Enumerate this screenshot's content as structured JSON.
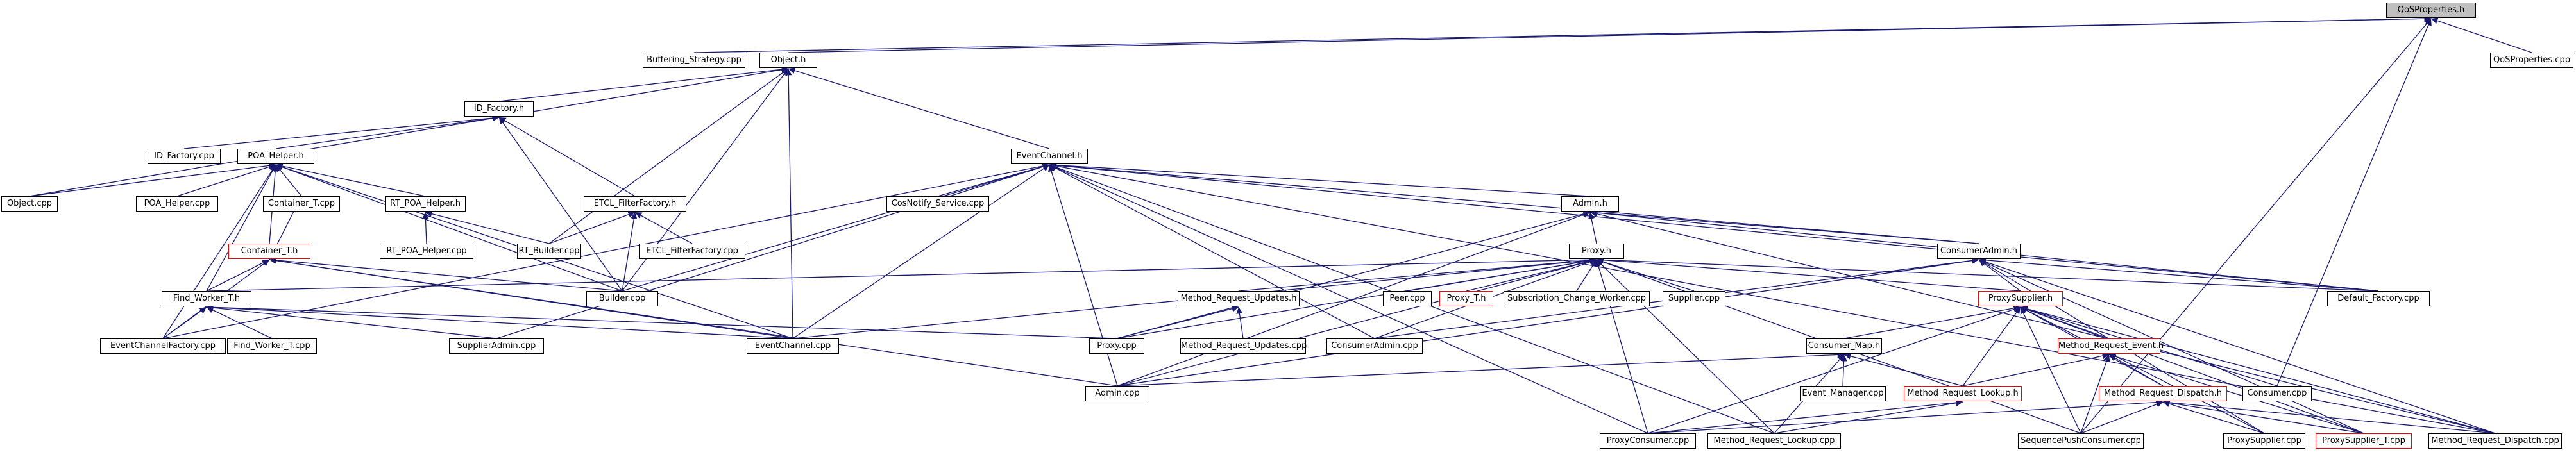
{
  "graph": {
    "colors": {
      "edge": "#191970",
      "border": "#000000",
      "incomplete_border": "#ff0000",
      "root_fill": "#bfbfbf"
    },
    "nodes": [
      {
        "id": "n0",
        "label": "QoSProperties.h"
      },
      {
        "id": "n1",
        "label": "Buffering_Strategy.cpp"
      },
      {
        "id": "n2",
        "label": "Object.h"
      },
      {
        "id": "n3",
        "label": "QoSProperties.cpp"
      },
      {
        "id": "n4",
        "label": "ID_Factory.h"
      },
      {
        "id": "n5",
        "label": "ID_Factory.cpp"
      },
      {
        "id": "n6",
        "label": "POA_Helper.h"
      },
      {
        "id": "n7",
        "label": "EventChannel.h"
      },
      {
        "id": "n8",
        "label": "Object.cpp"
      },
      {
        "id": "n9",
        "label": "POA_Helper.cpp"
      },
      {
        "id": "n10",
        "label": "Container_T.cpp"
      },
      {
        "id": "n11",
        "label": "RT_POA_Helper.h"
      },
      {
        "id": "n12",
        "label": "ETCL_FilterFactory.h"
      },
      {
        "id": "n13",
        "label": "CosNotify_Service.cpp"
      },
      {
        "id": "n14",
        "label": "Admin.h"
      },
      {
        "id": "n15",
        "label": "Container_T.h",
        "incomplete": true
      },
      {
        "id": "n16",
        "label": "RT_POA_Helper.cpp"
      },
      {
        "id": "n17",
        "label": "RT_Builder.cpp"
      },
      {
        "id": "n18",
        "label": "ETCL_FilterFactory.cpp"
      },
      {
        "id": "n19",
        "label": "Proxy.h"
      },
      {
        "id": "n20",
        "label": "ConsumerAdmin.h"
      },
      {
        "id": "n21",
        "label": "Find_Worker_T.h"
      },
      {
        "id": "n22",
        "label": "Builder.cpp"
      },
      {
        "id": "n23",
        "label": "Method_Request_Updates.h"
      },
      {
        "id": "n24",
        "label": "Peer.cpp"
      },
      {
        "id": "n25",
        "label": "Proxy_T.h",
        "incomplete": true
      },
      {
        "id": "n26",
        "label": "Subscription_Change_Worker.cpp"
      },
      {
        "id": "n27",
        "label": "Supplier.cpp"
      },
      {
        "id": "n28",
        "label": "Default_Factory.cpp"
      },
      {
        "id": "n29",
        "label": "EventChannelFactory.cpp"
      },
      {
        "id": "n30",
        "label": "Find_Worker_T.cpp"
      },
      {
        "id": "n31",
        "label": "SupplierAdmin.cpp"
      },
      {
        "id": "n32",
        "label": "EventChannel.cpp"
      },
      {
        "id": "n33",
        "label": "Proxy.cpp"
      },
      {
        "id": "n34",
        "label": "Method_Request_Updates.cpp"
      },
      {
        "id": "n35",
        "label": "ConsumerAdmin.cpp"
      },
      {
        "id": "n36",
        "label": "ProxySupplier.h",
        "incomplete": true
      },
      {
        "id": "n37",
        "label": "Consumer_Map.h"
      },
      {
        "id": "n38",
        "label": "Method_Request_Event.h",
        "incomplete": true
      },
      {
        "id": "n39",
        "label": "Admin.cpp"
      },
      {
        "id": "n40",
        "label": "Event_Manager.cpp"
      },
      {
        "id": "n41",
        "label": "Method_Request_Lookup.h",
        "incomplete": true
      },
      {
        "id": "n42",
        "label": "Method_Request_Dispatch.h",
        "incomplete": true
      },
      {
        "id": "n43",
        "label": "Consumer.cpp"
      },
      {
        "id": "n44",
        "label": "ProxyConsumer.cpp"
      },
      {
        "id": "n45",
        "label": "Method_Request_Lookup.cpp"
      },
      {
        "id": "n46",
        "label": "SequencePushConsumer.cpp"
      },
      {
        "id": "n47",
        "label": "ProxySupplier.cpp"
      },
      {
        "id": "n48",
        "label": "ProxySupplier_T.cpp",
        "incomplete": true
      },
      {
        "id": "n49",
        "label": "Method_Request_Dispatch.cpp"
      }
    ],
    "edges": [
      [
        "n1",
        "n0"
      ],
      [
        "n2",
        "n0"
      ],
      [
        "n3",
        "n0"
      ],
      [
        "n43",
        "n0"
      ],
      [
        "n46",
        "n0"
      ],
      [
        "n4",
        "n2"
      ],
      [
        "n7",
        "n2"
      ],
      [
        "n8",
        "n2"
      ],
      [
        "n17",
        "n2"
      ],
      [
        "n22",
        "n2"
      ],
      [
        "n32",
        "n2"
      ],
      [
        "n5",
        "n4"
      ],
      [
        "n6",
        "n4"
      ],
      [
        "n12",
        "n4"
      ],
      [
        "n22",
        "n4"
      ],
      [
        "n9",
        "n6"
      ],
      [
        "n10",
        "n6"
      ],
      [
        "n15",
        "n6"
      ],
      [
        "n11",
        "n6"
      ],
      [
        "n8",
        "n6"
      ],
      [
        "n29",
        "n6"
      ],
      [
        "n21",
        "n6"
      ],
      [
        "n22",
        "n6"
      ],
      [
        "n32",
        "n6"
      ],
      [
        "n16",
        "n11"
      ],
      [
        "n17",
        "n11"
      ],
      [
        "n17",
        "n12"
      ],
      [
        "n18",
        "n12"
      ],
      [
        "n22",
        "n12"
      ],
      [
        "n10",
        "n15"
      ],
      [
        "n21",
        "n15"
      ],
      [
        "n22",
        "n15"
      ],
      [
        "n29",
        "n15"
      ],
      [
        "n32",
        "n15"
      ],
      [
        "n39",
        "n15"
      ],
      [
        "n13",
        "n7"
      ],
      [
        "n14",
        "n7"
      ],
      [
        "n20",
        "n7"
      ],
      [
        "n22",
        "n7"
      ],
      [
        "n28",
        "n7"
      ],
      [
        "n29",
        "n7"
      ],
      [
        "n31",
        "n7"
      ],
      [
        "n32",
        "n7"
      ],
      [
        "n35",
        "n7"
      ],
      [
        "n39",
        "n7"
      ],
      [
        "n44",
        "n7"
      ],
      [
        "n45",
        "n7"
      ],
      [
        "n49",
        "n7"
      ],
      [
        "n19",
        "n14"
      ],
      [
        "n20",
        "n14"
      ],
      [
        "n28",
        "n14"
      ],
      [
        "n33",
        "n14"
      ],
      [
        "n39",
        "n14"
      ],
      [
        "n49",
        "n14"
      ],
      [
        "n21",
        "n19"
      ],
      [
        "n23",
        "n19"
      ],
      [
        "n24",
        "n19"
      ],
      [
        "n25",
        "n19"
      ],
      [
        "n26",
        "n19"
      ],
      [
        "n27",
        "n19"
      ],
      [
        "n33",
        "n19"
      ],
      [
        "n36",
        "n19"
      ],
      [
        "n32",
        "n19"
      ],
      [
        "n35",
        "n19"
      ],
      [
        "n39",
        "n19"
      ],
      [
        "n44",
        "n19"
      ],
      [
        "n45",
        "n19"
      ],
      [
        "n46",
        "n19"
      ],
      [
        "n28",
        "n19"
      ],
      [
        "n36",
        "n20"
      ],
      [
        "n28",
        "n20"
      ],
      [
        "n35",
        "n20"
      ],
      [
        "n39",
        "n20"
      ],
      [
        "n47",
        "n20"
      ],
      [
        "n48",
        "n20"
      ],
      [
        "n49",
        "n20"
      ],
      [
        "n29",
        "n21"
      ],
      [
        "n30",
        "n21"
      ],
      [
        "n31",
        "n21"
      ],
      [
        "n32",
        "n21"
      ],
      [
        "n33",
        "n21"
      ],
      [
        "n33",
        "n23"
      ],
      [
        "n34",
        "n23"
      ],
      [
        "n37",
        "n36"
      ],
      [
        "n38",
        "n36"
      ],
      [
        "n41",
        "n36"
      ],
      [
        "n42",
        "n36"
      ],
      [
        "n43",
        "n36"
      ],
      [
        "n44",
        "n36"
      ],
      [
        "n46",
        "n36"
      ],
      [
        "n47",
        "n36"
      ],
      [
        "n48",
        "n36"
      ],
      [
        "n49",
        "n36"
      ],
      [
        "n39",
        "n37"
      ],
      [
        "n40",
        "n37"
      ],
      [
        "n41",
        "n37"
      ],
      [
        "n45",
        "n37"
      ],
      [
        "n41",
        "n38"
      ],
      [
        "n42",
        "n38"
      ],
      [
        "n46",
        "n38"
      ],
      [
        "n48",
        "n38"
      ],
      [
        "n44",
        "n41"
      ],
      [
        "n45",
        "n41"
      ],
      [
        "n44",
        "n42"
      ],
      [
        "n46",
        "n42"
      ],
      [
        "n47",
        "n42"
      ],
      [
        "n48",
        "n42"
      ],
      [
        "n49",
        "n42"
      ]
    ]
  }
}
